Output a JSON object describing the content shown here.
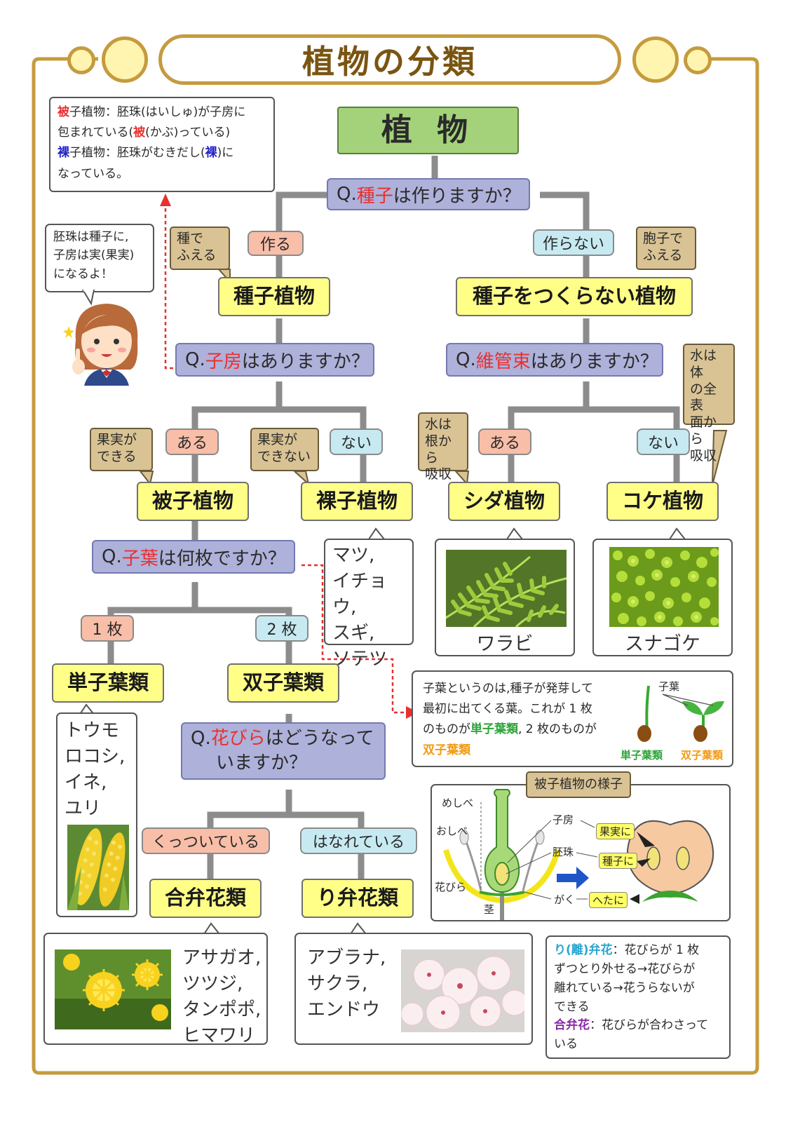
{
  "title": "植物の分類",
  "root": "植 物",
  "q1": {
    "prefix": "Q.",
    "keyword": "種子",
    "rest": "は作りますか？"
  },
  "seed_yes": "作る",
  "seed_no": "作らない",
  "seed_note": "種で\nふえる",
  "spore_note": "胞子で\nふえる",
  "seed_plants": "種子植物",
  "non_seed_plants": "種子をつくらない植物",
  "q2": {
    "prefix": "Q.",
    "keyword": "子房",
    "rest": "はありますか？"
  },
  "q3": {
    "prefix": "Q.",
    "keyword": "維管束",
    "rest": "はありますか？"
  },
  "info_box": {
    "l1_red": "被",
    "l1_rest": "子植物：胚珠(はいしゅ)が子房に",
    "l2_a": "包まれている(",
    "l2_red": "被",
    "l2_b": "(かぶ)っている)",
    "l3_blue": "裸",
    "l3_rest": "子植物：胚珠がむきだし(",
    "l3_blue2": "裸",
    "l3_end": ")に",
    "l4": "なっている。"
  },
  "speech": "胚珠は種子に,\n子房は実(果実)\nになるよ！",
  "ari_1": "ある",
  "nai_1": "ない",
  "ari_2": "ある",
  "nai_2": "ない",
  "fruit_yes": "果実が\nできる",
  "fruit_no": "果実が\nできない",
  "water_root": "水は\n根から\n吸収",
  "water_body": "水は体\nの全表\n面から\n吸収",
  "angiosperm": "被子植物",
  "gymnosperm": "裸子植物",
  "fern": "シダ植物",
  "moss": "コケ植物",
  "gym_examples": "マツ,\nイチョウ,\nスギ,\nソテツ",
  "fern_caption": "ワラビ",
  "moss_caption": "スナゴケ",
  "q4": {
    "prefix": "Q.",
    "keyword": "子葉",
    "rest": "は何枚ですか？"
  },
  "one": "1 枚",
  "two": "2 枚",
  "monocot": "単子葉類",
  "dicot": "双子葉類",
  "mono_examples": "トウモ\nロコシ,\nイネ,\nユリ",
  "cotyledon_box": {
    "l1": "子葉というのは,種子が発芽して",
    "l2": "最初に出てくる葉。これが 1 枚",
    "l3a": "のものが",
    "l3_green": "単子葉類",
    "l3b": ", 2 枚のものが",
    "l4_orange": "双子葉類",
    "label_leaf": "子葉",
    "label_mono": "単子葉類",
    "label_dicot": "双子葉類"
  },
  "q5": {
    "prefix": "Q.",
    "keyword": "花びら",
    "rest": "はどうなって",
    "line2": "いますか？"
  },
  "joined": "くっついている",
  "separate": "はなれている",
  "sympetalae": "合弁花類",
  "choripetalae": "り弁花類",
  "symp_examples": "アサガオ,\nツツジ,\nタンポポ,\nヒマワリ",
  "chori_examples": "アブラナ,\nサクラ,\nエンドウ",
  "flower_panel": {
    "title": "被子植物の様子",
    "pistil": "めしべ",
    "stamen": "おしべ",
    "petal": "花びら",
    "stem": "茎",
    "ovary": "子房",
    "ovule": "胚珠",
    "sepal": "がく",
    "to_fruit": "果実に",
    "to_seed": "種子に",
    "to_stem": "へたに"
  },
  "petal_box": {
    "l1_cyan": "り(離)弁花",
    "l1_rest": "：花びらが 1 枚",
    "l2": "ずつとり外せる→花びらが",
    "l3": "離れている→花うらないが",
    "l4": "できる",
    "l5_purple": "合弁花",
    "l5_rest": "：花びらが合わさって",
    "l6": "いる"
  },
  "colors": {
    "frame": "#c59b3e",
    "title_text": "#7a5512",
    "question_bg": "#aeb1da",
    "node_yellow": "#ffff88",
    "root_green": "#a4d27a",
    "yes_pill": "#f8bea8",
    "no_pill": "#c7eaf2",
    "note_tan": "#d9c394",
    "keyword_red": "#e8302f",
    "gym_blue": "#2222c8",
    "mono_green": "#2fa43a",
    "dicot_orange": "#f39a12",
    "chori_cyan": "#2aa6d0",
    "symp_purple": "#8a2aa6"
  }
}
